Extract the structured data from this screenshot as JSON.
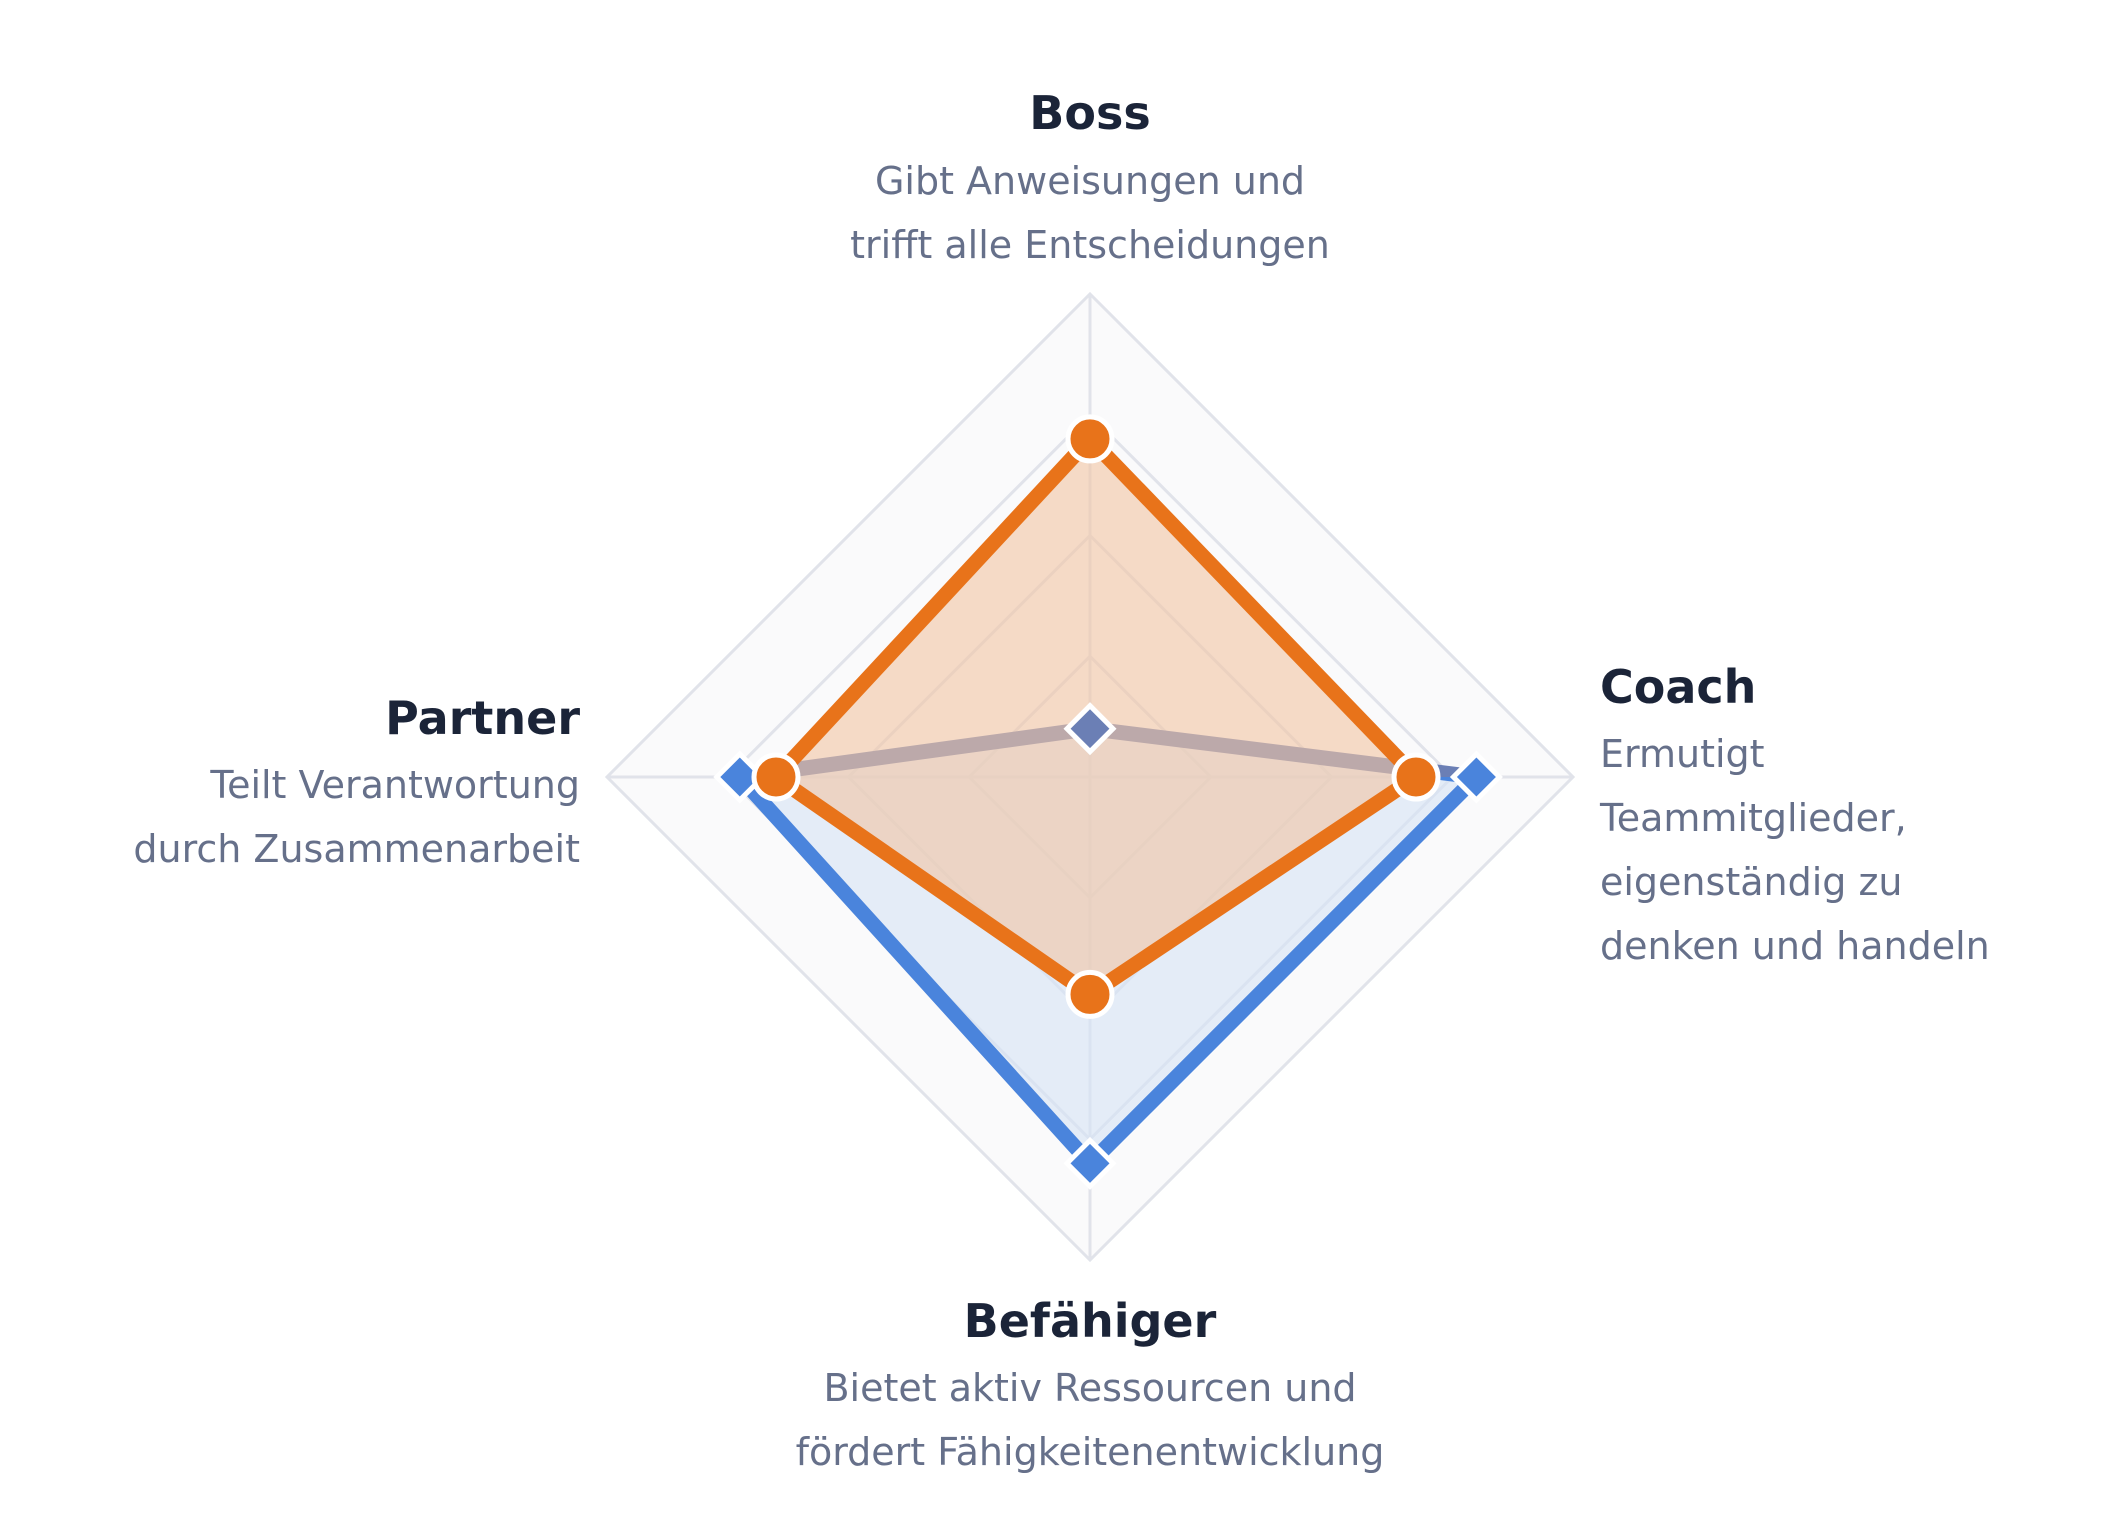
{
  "chart_data": {
    "type": "radar",
    "title": "",
    "axes": [
      {
        "key": "boss",
        "title": "Boss",
        "description_lines": [
          "Gibt Anweisungen und",
          "trifft alle Entscheidungen"
        ]
      },
      {
        "key": "coach",
        "title": "Coach",
        "description_lines": [
          "Ermutigt",
          "Teammitglieder,",
          "eigenständig zu",
          "denken und handeln"
        ]
      },
      {
        "key": "befaehiger",
        "title": "Befähiger",
        "description_lines": [
          "Bietet aktiv Ressourcen und",
          "fördert Fähigkeitenentwicklung"
        ]
      },
      {
        "key": "partner",
        "title": "Partner",
        "description_lines": [
          "Teilt Verantwortung",
          "durch Zusammenarbeit"
        ]
      }
    ],
    "range": [
      0,
      4
    ],
    "grid_levels": 4,
    "grid": true,
    "legend": "none",
    "series": [
      {
        "values": [
          0.4,
          3.2,
          3.2,
          2.9
        ],
        "color": "#4a84dc",
        "stroke_before_midline": "#6b7fb5",
        "fill": "#d6e2f5",
        "marker": "diamond"
      },
      {
        "values": [
          2.8,
          2.7,
          1.8,
          2.6
        ],
        "color": "#e8731a",
        "fill": "#f2c4a3",
        "marker": "circle"
      }
    ],
    "colors": {
      "grid_fill": "#fafafb",
      "grid_line": "#e1e3ea",
      "title_text": "#1b2438",
      "desc_text": "#66708a"
    }
  }
}
